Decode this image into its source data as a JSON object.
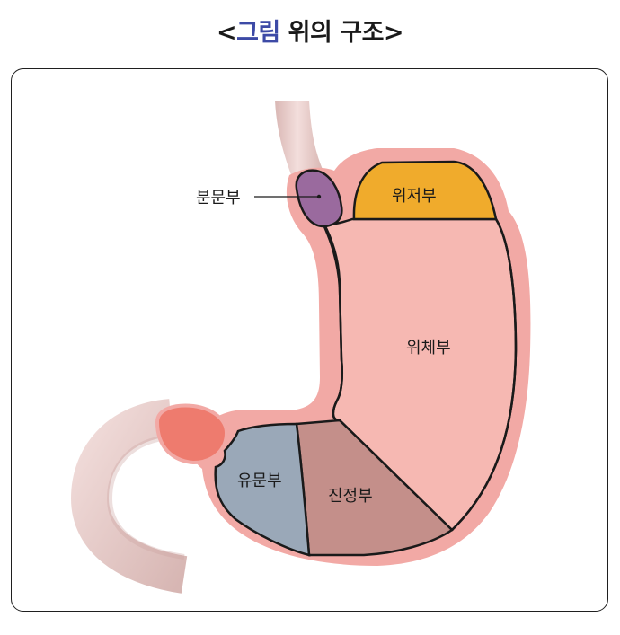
{
  "title": {
    "bracket_open": "<",
    "accent": "그림",
    "rest": " 위의 구조",
    "bracket_close": ">"
  },
  "labels": {
    "cardia": "분문부",
    "fundus": "위저부",
    "body": "위체부",
    "pylorus": "유문부",
    "antrum": "진정부"
  },
  "colors": {
    "accent": "#3d4aa6",
    "stomach_outer": "#f2a9a5",
    "stomach_body": "#f6b8b2",
    "fundus": "#f0ab2c",
    "cardia": "#9a6a9e",
    "pylorus": "#9aa8b8",
    "antrum": "#c48f8a",
    "esophagus": "#e9cdca",
    "duodenum": "#e8cdcb",
    "pyloric_opening": "#ee7b6e",
    "outline": "#1a1a1a"
  }
}
